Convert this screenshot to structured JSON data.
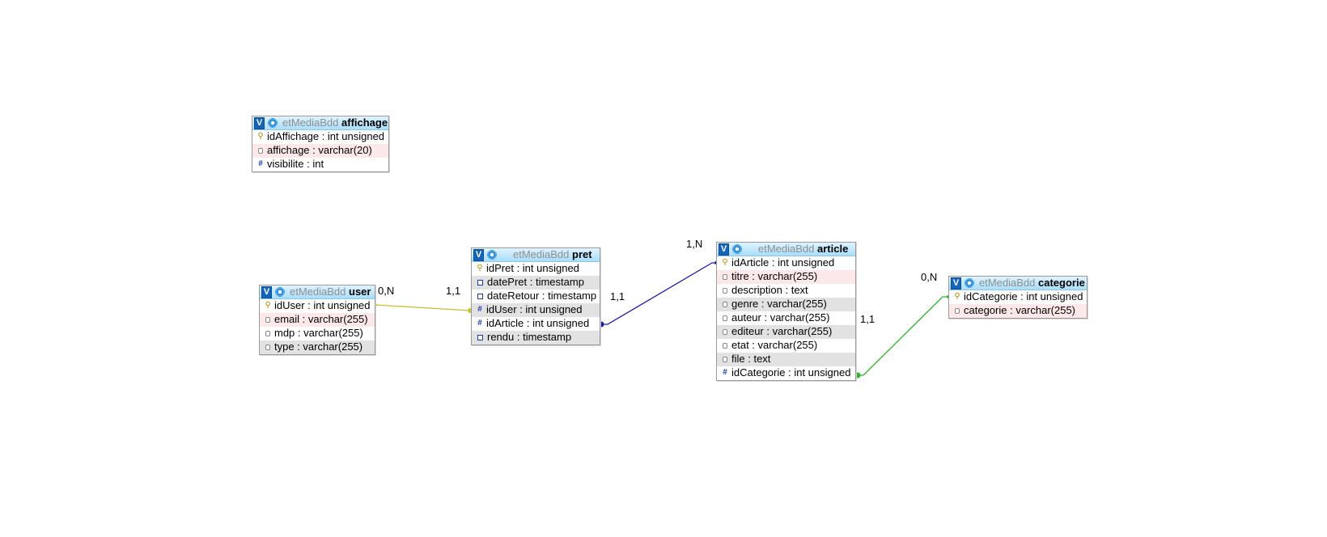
{
  "diagram": {
    "colors": {
      "link_user_pret": "#c9c133",
      "link_pret_article": "#1a1aa8",
      "link_article_categorie": "#2bb52b",
      "header_top": "#dff3ff",
      "header_bottom": "#a9defa",
      "row_pink": "#fce8e8",
      "row_gray": "#e2e2e2"
    },
    "tables": {
      "affichage": {
        "v_label": "V",
        "db": "etMediaBdd",
        "name": "affichage",
        "columns": [
          {
            "icon": "key-icon",
            "text": "idAffichage : int unsigned"
          },
          {
            "icon": "varchar-icon",
            "text": "affichage : varchar(20)"
          },
          {
            "icon": "number-icon",
            "text": "visibilite : int"
          }
        ]
      },
      "user": {
        "v_label": "V",
        "db": "etMediaBdd",
        "name": "user",
        "columns": [
          {
            "icon": "key-icon",
            "text": "idUser : int unsigned"
          },
          {
            "icon": "varchar-icon",
            "text": "email : varchar(255)"
          },
          {
            "icon": "varchar-icon",
            "text": "mdp : varchar(255)"
          },
          {
            "icon": "varchar-icon",
            "text": "type : varchar(255)"
          }
        ]
      },
      "pret": {
        "v_label": "V",
        "db": "etMediaBdd",
        "name": "pret",
        "columns": [
          {
            "icon": "key-icon",
            "text": "idPret : int unsigned"
          },
          {
            "icon": "date-icon",
            "text": "datePret : timestamp"
          },
          {
            "icon": "date-icon",
            "text": "dateRetour : timestamp"
          },
          {
            "icon": "number-icon",
            "text": "idUser : int unsigned"
          },
          {
            "icon": "number-icon",
            "text": "idArticle : int unsigned"
          },
          {
            "icon": "date-icon",
            "text": "rendu : timestamp"
          }
        ]
      },
      "article": {
        "v_label": "V",
        "db": "etMediaBdd",
        "name": "article",
        "columns": [
          {
            "icon": "key-icon",
            "text": "idArticle : int unsigned"
          },
          {
            "icon": "varchar-icon",
            "text": "titre : varchar(255)"
          },
          {
            "icon": "varchar-icon",
            "text": "description : text"
          },
          {
            "icon": "varchar-icon",
            "text": "genre : varchar(255)"
          },
          {
            "icon": "varchar-icon",
            "text": "auteur : varchar(255)"
          },
          {
            "icon": "varchar-icon",
            "text": "editeur : varchar(255)"
          },
          {
            "icon": "varchar-icon",
            "text": "etat : varchar(255)"
          },
          {
            "icon": "varchar-icon",
            "text": "file : text"
          },
          {
            "icon": "number-icon",
            "text": "idCategorie : int unsigned"
          }
        ]
      },
      "categorie": {
        "v_label": "V",
        "db": "etMediaBdd",
        "name": "categorie",
        "columns": [
          {
            "icon": "key-icon",
            "text": "idCategorie : int unsigned"
          },
          {
            "icon": "varchar-icon",
            "text": "categorie : varchar(255)"
          }
        ]
      }
    },
    "cardinalities": {
      "user_side": "0,N",
      "pret_user_side": "1,1",
      "pret_article_side": "1,1",
      "article_pret_side": "1,N",
      "article_categorie_side": "1,1",
      "categorie_side": "0,N"
    }
  }
}
